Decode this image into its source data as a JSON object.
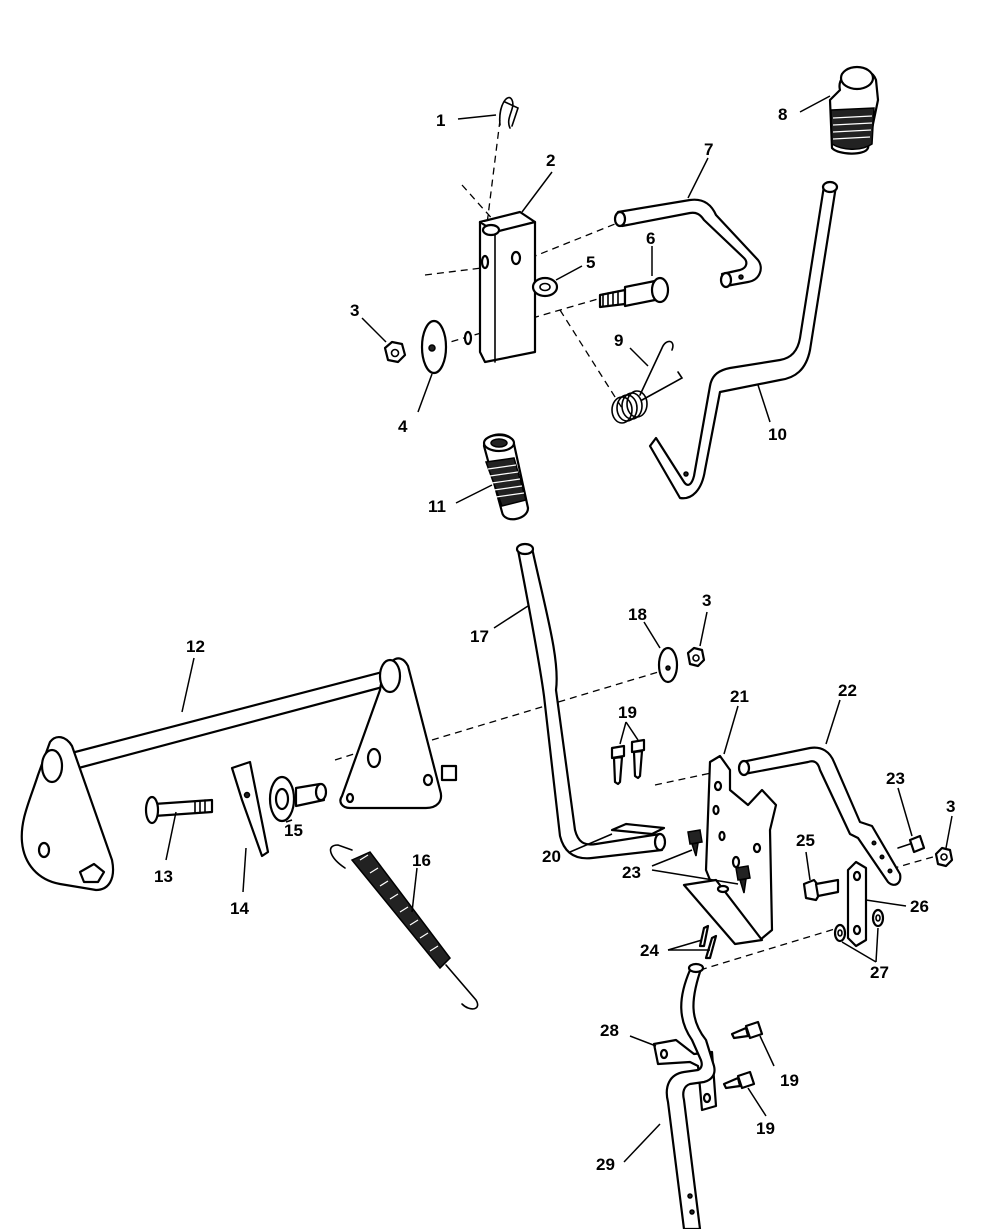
{
  "callouts": {
    "c1": "1",
    "c2": "2",
    "c3a": "3",
    "c3b": "3",
    "c3c": "3",
    "c4": "4",
    "c5": "5",
    "c6": "6",
    "c7": "7",
    "c8": "8",
    "c9": "9",
    "c10": "10",
    "c11": "11",
    "c12": "12",
    "c13": "13",
    "c14": "14",
    "c15": "15",
    "c16": "16",
    "c17": "17",
    "c18": "18",
    "c19a": "19",
    "c19b": "19",
    "c19c": "19",
    "c20": "20",
    "c21": "21",
    "c22": "22",
    "c23a": "23",
    "c23b": "23",
    "c24": "24",
    "c25": "25",
    "c26": "26",
    "c27": "27",
    "c28": "28",
    "c29": "29"
  }
}
